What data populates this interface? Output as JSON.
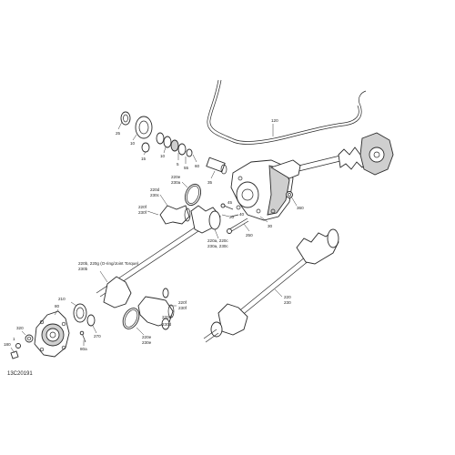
{
  "figure_id": "13C20191",
  "callouts": {
    "c120": "120",
    "c25": "25",
    "c10": "10",
    "c15": "15",
    "c5": "5",
    "c55": "55",
    "c60": "60",
    "c35": "35",
    "c220e_a": "220e",
    "c230a_a": "230a",
    "c220d_a": "220d",
    "c230c_a": "230c",
    "c220f_a": "220f",
    "c230f_a": "230f",
    "c20": "20",
    "c45": "45",
    "c40": "40",
    "c220a": "220a, 220c",
    "c230a": "230a, 230c",
    "c250": "250",
    "c30": "30",
    "c360": "360",
    "c220b": "220b, 220g (O-ring/Joint Torque)",
    "c230b": "230b",
    "c210": "210",
    "c270": "270",
    "c80": "80",
    "c320": "320",
    "c1": "1",
    "c180": "180",
    "c80a": "80a",
    "c220f_b": "220f",
    "c230f_b": "230f",
    "c220d_b": "220d",
    "c230d_b": "230d",
    "c220e_b": "220e",
    "c230e_b": "230e",
    "c220_r": "220",
    "c230_r": "230"
  }
}
